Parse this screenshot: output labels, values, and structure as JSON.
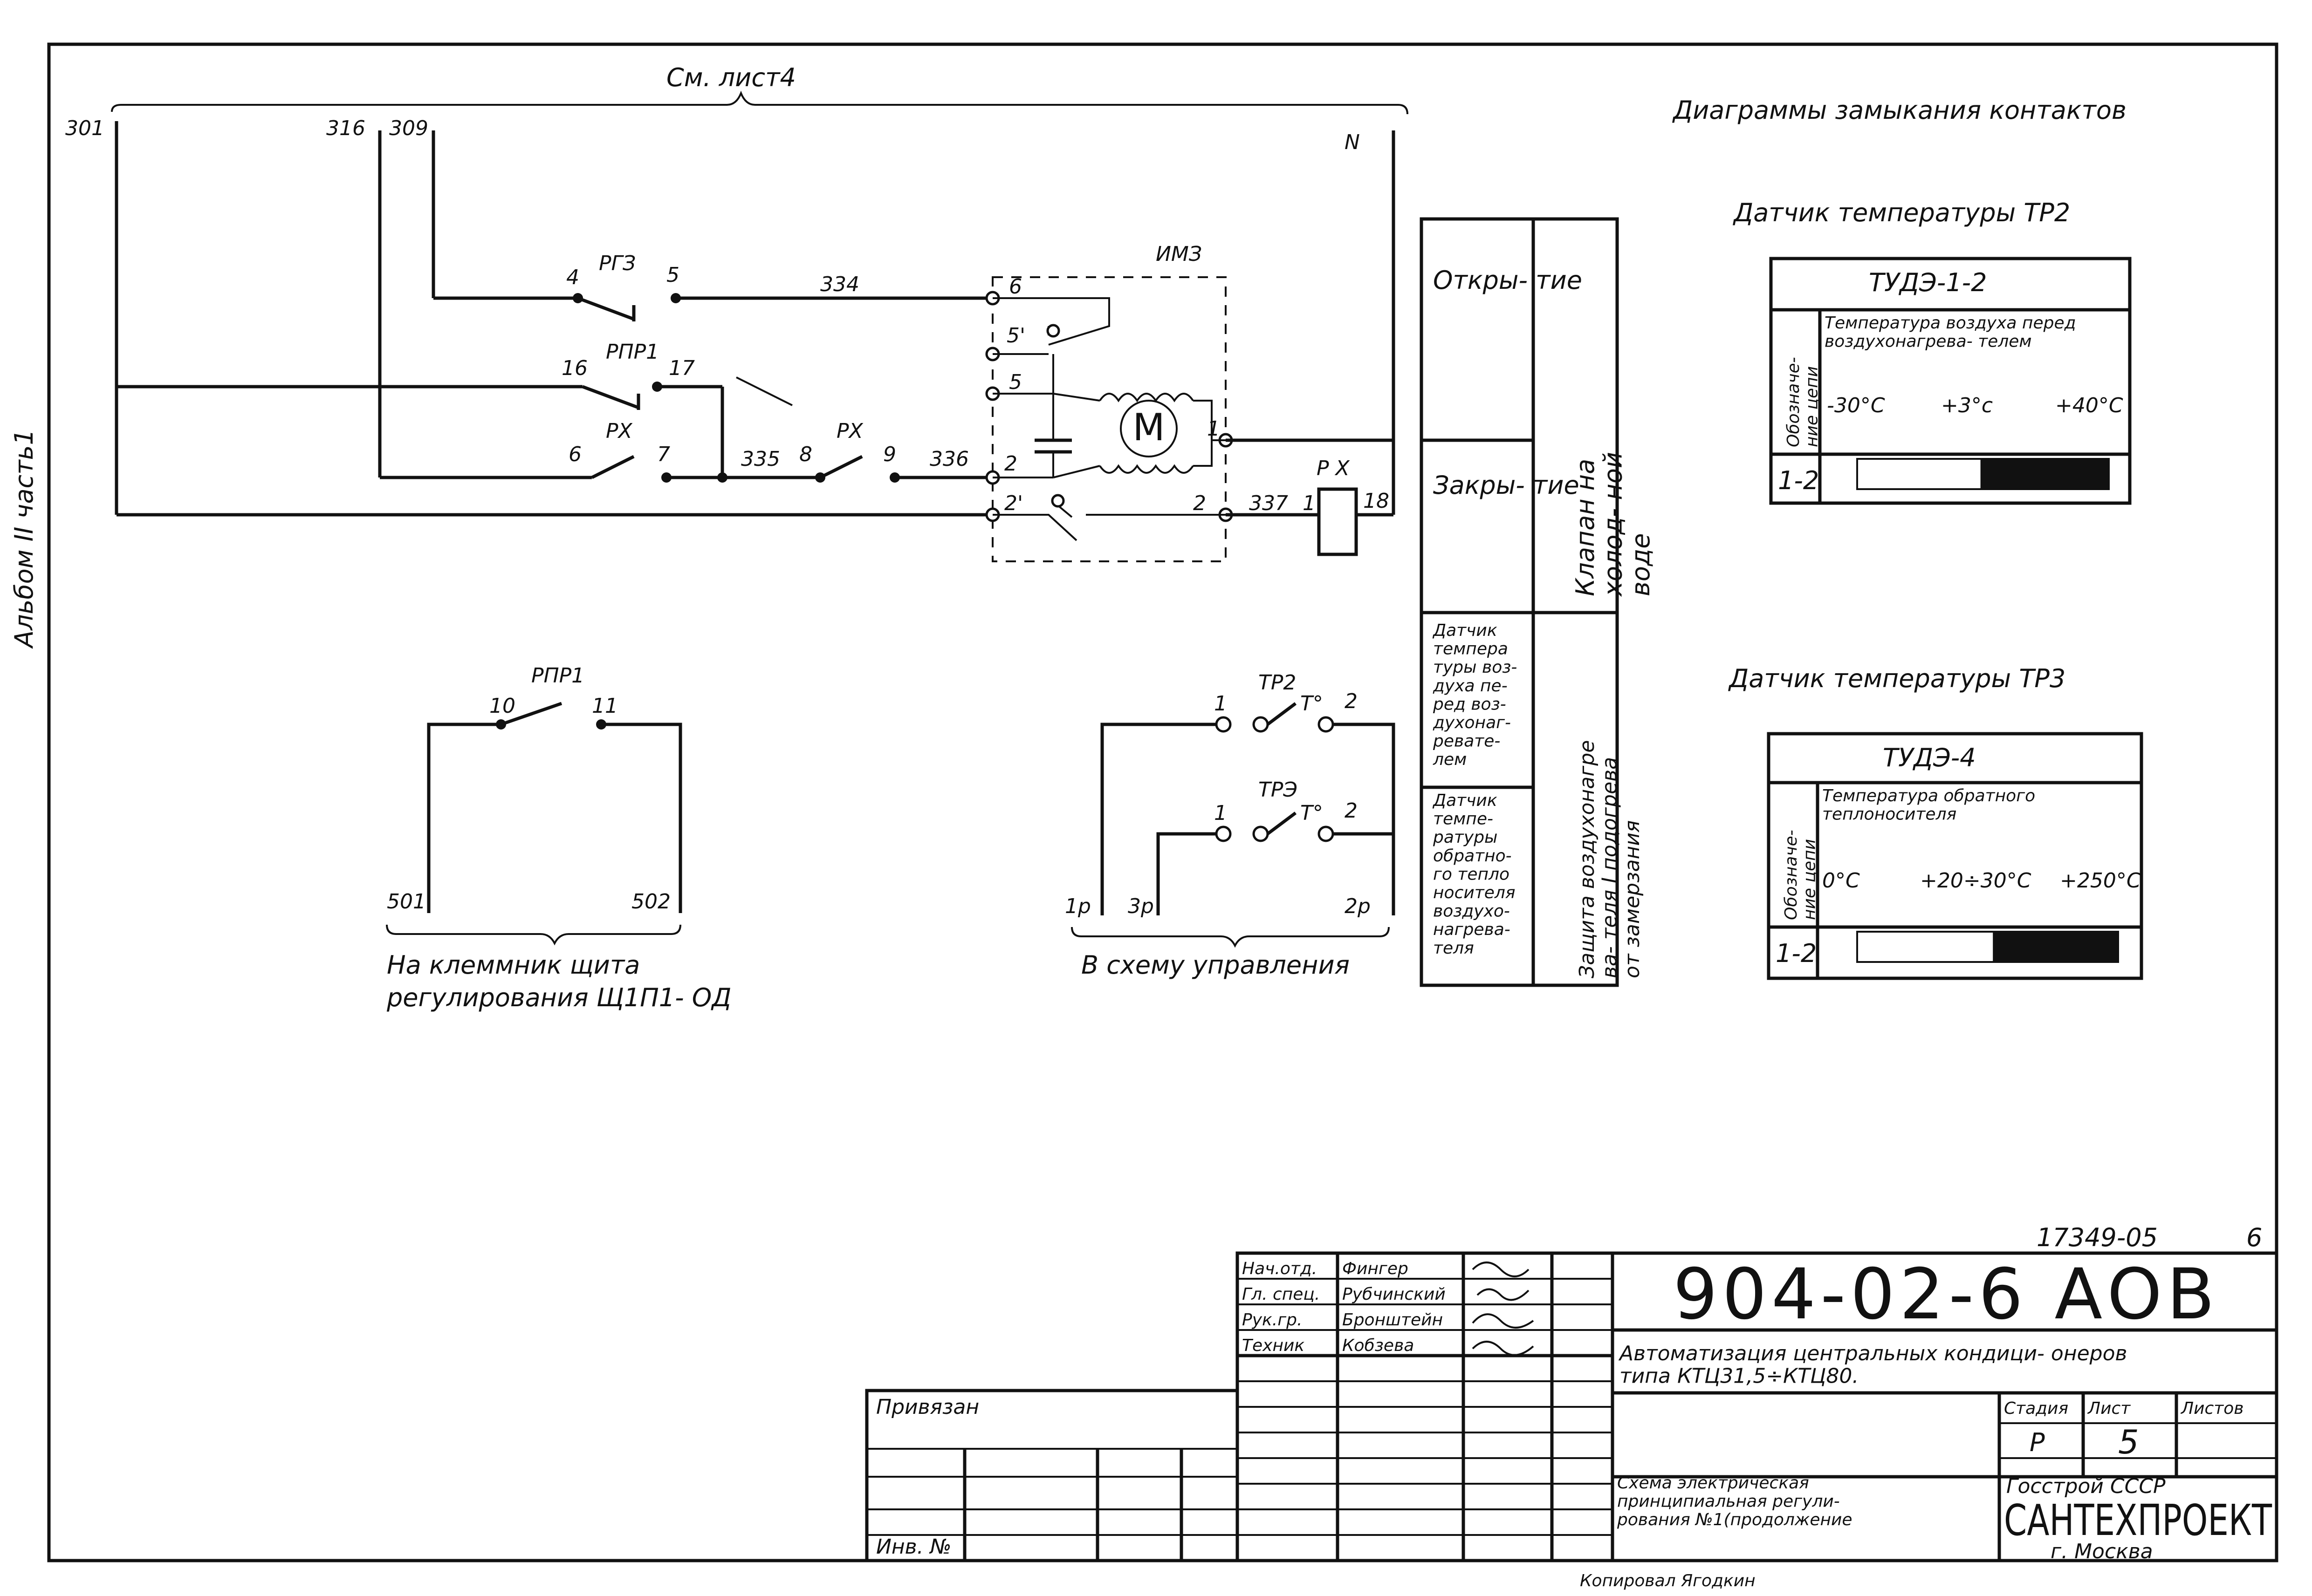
{
  "top": {
    "see_sheet": "См. лист4",
    "album_side": "Альбом II часть1",
    "contact_diagrams_title": "Диаграммы замыкания контактов"
  },
  "schematic": {
    "wires": [
      "301",
      "316",
      "309",
      "N",
      "334",
      "335",
      "336",
      "337"
    ],
    "im_label": "ИМЗ",
    "relays": {
      "rg3": "РГЗ",
      "rpr1": "РПР1",
      "rx_a": "РХ",
      "rx_b": "РХ",
      "rx_coil": "Р Х"
    },
    "terminals": {
      "rg3_in": "4",
      "rg3_out": "5",
      "rpr1_in": "16",
      "rpr1_out": "17",
      "rx_in": "6",
      "rx_out": "7",
      "rx2_in": "8",
      "rx2_out": "9",
      "m6": "6",
      "m5p": "5'",
      "m5": "5",
      "m2": "2",
      "m2p": "2'",
      "m2r": "2",
      "m1": "1",
      "coil1": "1",
      "coil18": "18"
    },
    "motor": "M"
  },
  "left_group": {
    "relay": "РПР1",
    "c10": "10",
    "c11": "11",
    "t501": "501",
    "t502": "502",
    "caption_line1": "На клеммник щита",
    "caption_line2": "регулирования Щ1П1- ОД"
  },
  "right_group": {
    "tr2": "ТР2",
    "tr3": "ТРЭ",
    "deg": "Т°",
    "n1": "1",
    "n2": "2",
    "n3": "1",
    "n4": "2",
    "t1p": "1р",
    "t3p": "3р",
    "t2p": "2р",
    "caption": "В схему управления"
  },
  "purpose_table": {
    "open": "Откры- тие",
    "close": "Закры- тие",
    "valve": "Клапан на холод- ной воде",
    "sensor_air": "Датчик темпера туры воз- духа пе- ред воз- духонаг- ревате- лем",
    "sensor_water": "Датчик темпе- ратуры обратно- го тепло носителя воздухо- нагрева- теля",
    "protection": "Защита воздухонагре ва- теля I подогрева от замерзания"
  },
  "tp2": {
    "title": "Датчик температуры ТР2",
    "model": "ТУДЭ-1-2",
    "col_head": "Обозначе- ние цепи",
    "desc": "Температура воздуха перед воздухонагрева- телем",
    "scale": [
      "-30°С",
      "+3°с",
      "+40°С"
    ],
    "circuit": "1-2",
    "on_fraction": 0.49
  },
  "tp3": {
    "title": "Датчик температуры ТР3",
    "model": "ТУДЭ-4",
    "col_head": "Обозначе- ние цепи",
    "desc": "Температура обратного теплоносителя",
    "scale": [
      "0°С",
      "+20÷30°С",
      "+250°С"
    ],
    "circuit": "1-2",
    "on_fraction": 0.52
  },
  "title_block": {
    "sheet_ref": "17349-05",
    "page": "6",
    "signers": [
      {
        "role": "Нач.отд.",
        "name": "Фингер"
      },
      {
        "role": "Гл. спец.",
        "name": "Рубчинский"
      },
      {
        "role": "Рук.гр.",
        "name": "Бронштейн"
      },
      {
        "role": "Техник",
        "name": "Кобзева"
      }
    ],
    "code": "904-02-6 АОВ",
    "subject": "Автоматизация центральных кондици- онеров типа КТЦ31,5÷КТЦ80.",
    "stage_h": "Стадия",
    "sheet_h": "Лист",
    "sheets_h": "Листов",
    "stage": "Р",
    "sheet": "5",
    "drawing_name": "Схема электрическая принципиальная регули- рования №1(продолжение",
    "org_line1": "Госстрой СССР",
    "org_line2": "САНТЕХПРОЕКТ",
    "org_line3": "г. Москва",
    "bound": "Привязан",
    "inv": "Инв. №",
    "copied": "Копировал Ягодкин"
  }
}
